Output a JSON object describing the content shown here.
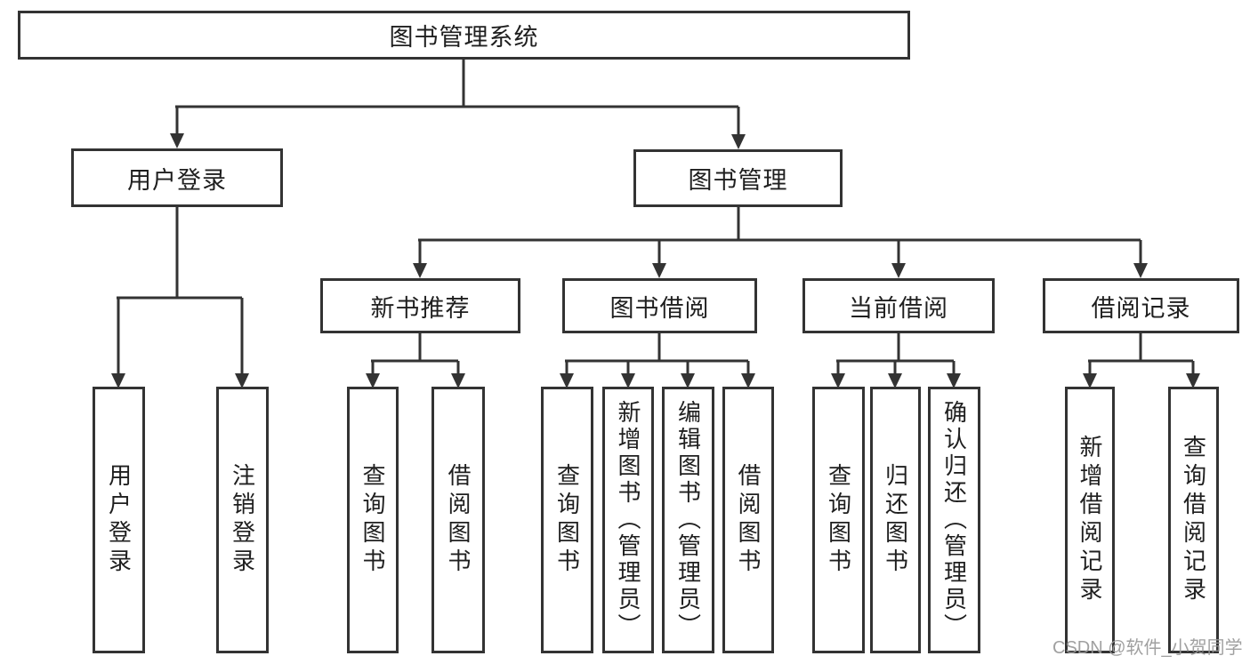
{
  "diagram": {
    "title": "图书管理系统",
    "colors": {
      "line": "#333333",
      "text": "#1f1f1f",
      "background": "#ffffff",
      "watermark": "#989898"
    },
    "root": {
      "label": "图书管理系统"
    },
    "level2": [
      {
        "id": "user-login",
        "label": "用户登录",
        "parent": "图书管理系统"
      },
      {
        "id": "book-management",
        "label": "图书管理",
        "parent": "图书管理系统"
      }
    ],
    "level3": [
      {
        "id": "new-book-recommendation",
        "label": "新书推荐",
        "parent": "图书管理"
      },
      {
        "id": "book-borrowing",
        "label": "图书借阅",
        "parent": "图书管理"
      },
      {
        "id": "current-borrowing",
        "label": "当前借阅",
        "parent": "图书管理"
      },
      {
        "id": "borrowing-records",
        "label": "借阅记录",
        "parent": "图书管理"
      }
    ],
    "leaves": [
      {
        "id": "user-login-leaf",
        "label": "用户登录",
        "parent": "用户登录"
      },
      {
        "id": "logout",
        "label": "注销登录",
        "parent": "用户登录"
      },
      {
        "id": "query-books-1",
        "label": "查询图书",
        "parent": "新书推荐"
      },
      {
        "id": "borrow-books-1",
        "label": "借阅图书",
        "parent": "新书推荐"
      },
      {
        "id": "query-books-2",
        "label": "查询图书",
        "parent": "图书借阅"
      },
      {
        "id": "add-books-admin",
        "label": "新增图书（管理员）",
        "parent": "图书借阅"
      },
      {
        "id": "edit-books-admin",
        "label": "编辑图书（管理员）",
        "parent": "图书借阅"
      },
      {
        "id": "borrow-books-2",
        "label": "借阅图书",
        "parent": "图书借阅"
      },
      {
        "id": "query-books-3",
        "label": "查询图书",
        "parent": "当前借阅"
      },
      {
        "id": "return-books",
        "label": "归还图书",
        "parent": "当前借阅"
      },
      {
        "id": "confirm-return-admin",
        "label": "确认归还（管理员）",
        "parent": "当前借阅"
      },
      {
        "id": "add-borrow-record",
        "label": "新增借阅记录",
        "parent": "借阅记录"
      },
      {
        "id": "query-borrow-record",
        "label": "查询借阅记录",
        "parent": "借阅记录"
      }
    ],
    "watermark": "CSDN @软件_小贺同学"
  }
}
